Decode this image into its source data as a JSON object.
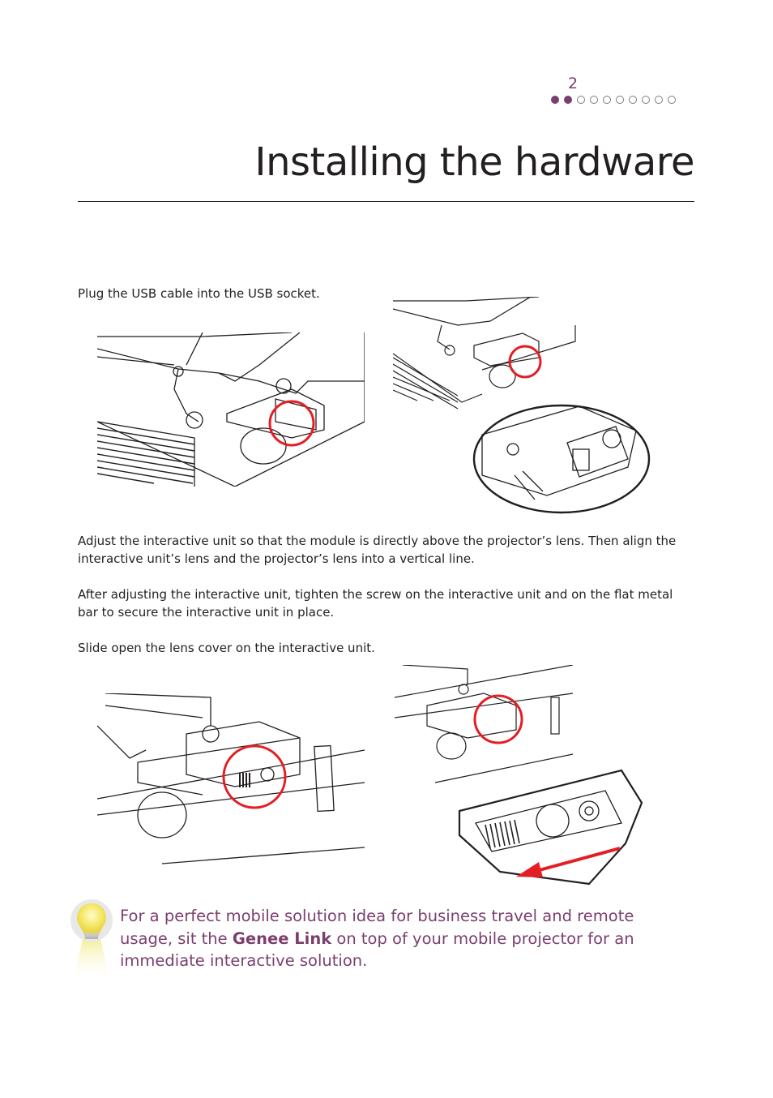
{
  "page": {
    "number": "2",
    "progress": {
      "current": 2,
      "total": 10
    },
    "title": "Installing the hardware"
  },
  "steps": {
    "usb": "Plug the USB cable into the USB socket.",
    "adjust": "Adjust the interactive unit so that the module is directly above the projector’s lens. Then align the interactive unit’s lens and the projector’s lens into a vertical line.",
    "tighten": "After adjusting the interactive unit, tighten the screw on the interactive unit and on the flat metal bar to secure the interactive unit in place.",
    "slide": "Slide open the lens cover on the interactive unit."
  },
  "tip": {
    "icon": "lightbulb-icon",
    "text_before": "For a perfect mobile solution idea for business travel and remote usage, sit the ",
    "product": "Genee Link",
    "text_after": " on top of your mobile projector for an immediate interactive solution."
  },
  "colors": {
    "accent": "#7b3f6e",
    "highlight": "#e31e24",
    "text": "#231f20"
  }
}
